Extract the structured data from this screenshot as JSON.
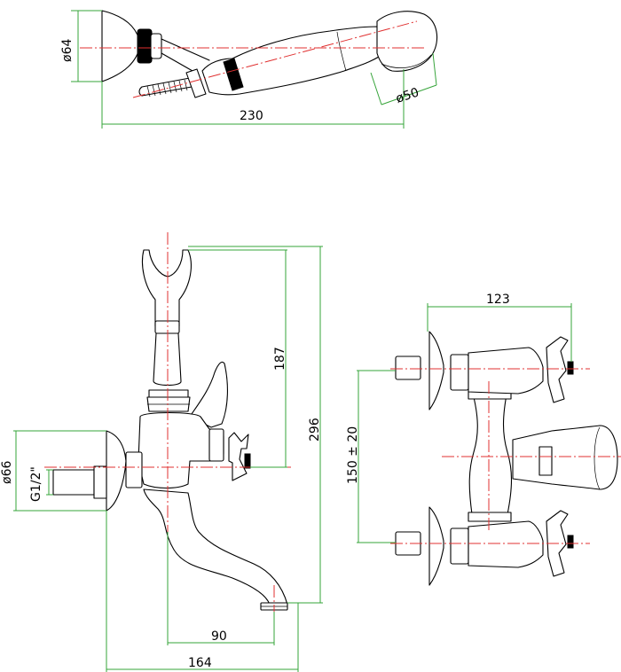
{
  "drawing": {
    "top_view": {
      "dim_width": "230",
      "dim_head_diameter": "ø64",
      "dim_hand_shower_diameter": "ø50"
    },
    "front_view": {
      "dim_thread": "G1/2\"",
      "dim_flange_diameter": "ø66",
      "dim_holder_height": "187",
      "dim_total_height": "296",
      "dim_spout_reach": "90",
      "dim_total_reach": "164"
    },
    "side_view": {
      "dim_width": "123",
      "dim_centers": "150 ± 20"
    },
    "colors": {
      "dimension": "#36a43a",
      "centerline": "#e03030",
      "outline": "#000000"
    }
  }
}
